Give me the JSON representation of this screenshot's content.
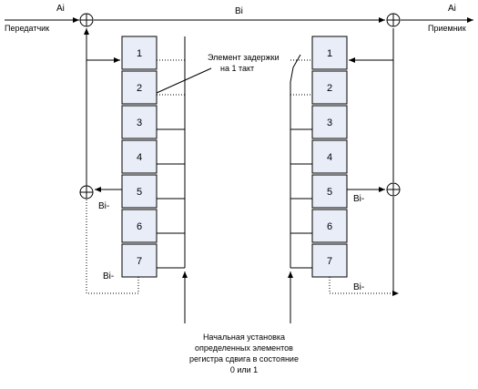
{
  "transmitter": {
    "label": "Передатчик",
    "input_label": "Ai",
    "feedback_label": "Bi‑",
    "cells": [
      "1",
      "2",
      "3",
      "4",
      "5",
      "6",
      "7"
    ]
  },
  "receiver": {
    "label": "Приемник",
    "output_label": "Ai",
    "feedback_label": "Bi‑",
    "cells": [
      "1",
      "2",
      "3",
      "4",
      "5",
      "6",
      "7"
    ]
  },
  "channel_label": "Bi",
  "delay_note": [
    "Элемент задержки",
    "на 1 такт"
  ],
  "init_note": [
    "Начальная установка",
    "определенных элементов",
    "регистра сдвига в состояние",
    "0 или 1"
  ],
  "colors": {
    "cell_fill": "#e8edf8",
    "line": "#000000"
  }
}
